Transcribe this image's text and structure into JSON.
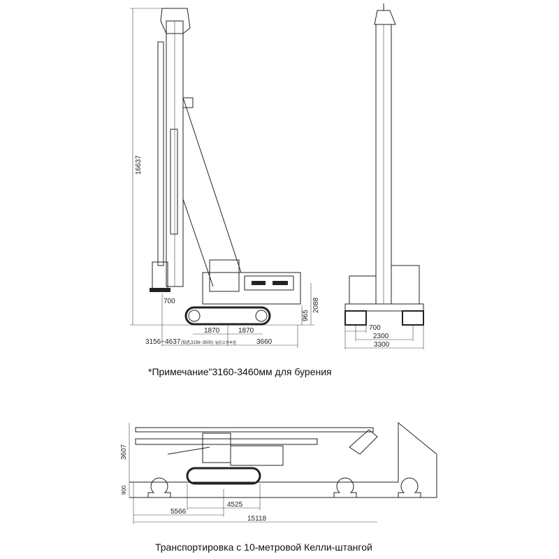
{
  "side_view": {
    "height_total": "16637",
    "body_height": "2088",
    "track_height": "965",
    "offset": "700",
    "track_left": "1870",
    "track_right": "1870",
    "working_radius": "3156~4637",
    "radius_note": "(钻孔3156~3500)",
    "radius_note_tail": "钻孔工作半径",
    "tail_radius": "3660"
  },
  "front_view": {
    "track_width": "700",
    "track_gauge": "2300",
    "overall_width": "3300"
  },
  "note": "*Примечание\"3160-3460мм для бурения",
  "transport_view": {
    "height": "3607",
    "trailer_height": "900",
    "track_length": "4525",
    "front_offset": "5566",
    "total_length": "15118"
  },
  "caption": "Транспортировка с 10-метровой Келли-штангой"
}
